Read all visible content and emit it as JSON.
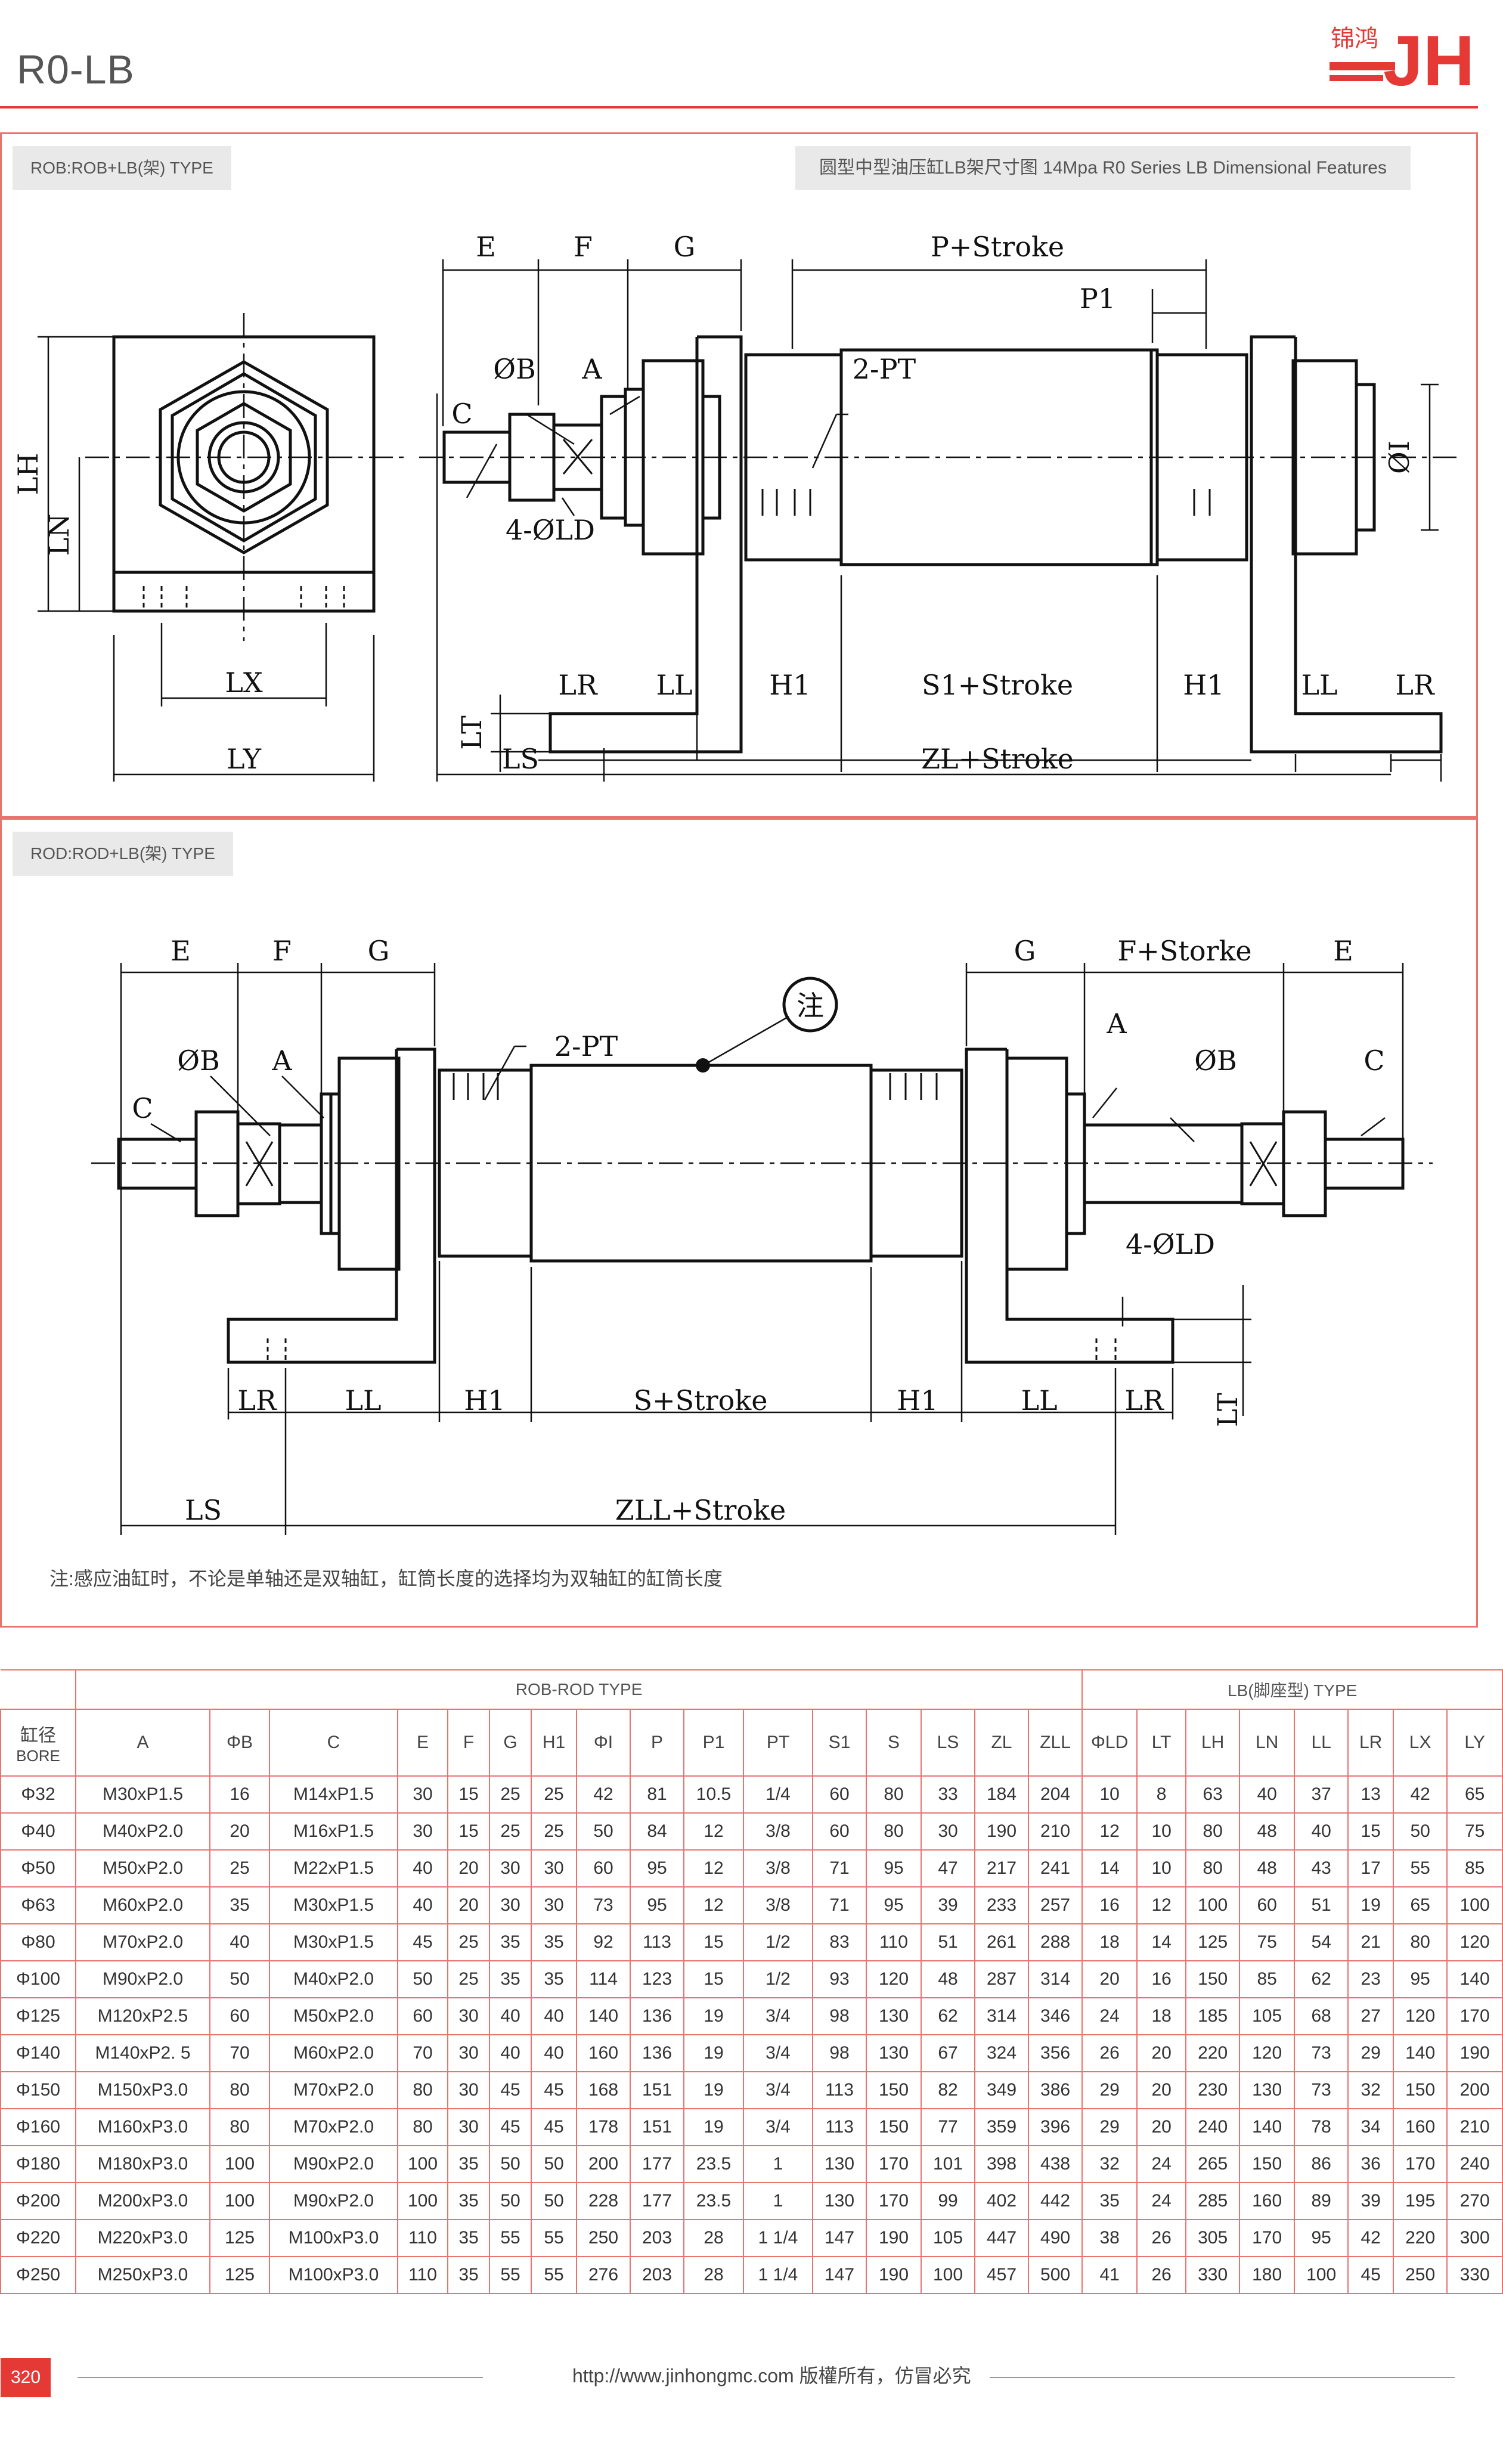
{
  "header": {
    "title": "R0-LB",
    "logo_small": "锦鸿",
    "logo_big": "JH"
  },
  "panel1": {
    "tag": "ROB:ROB+LB(架) TYPE",
    "feature": "圆型中型油压缸LB架尺寸图 14Mpa R0 Series LB Dimensional Features"
  },
  "panel2": {
    "tag": "ROD:ROD+LB(架) TYPE",
    "note": "注:感应油缸时，不论是单轴还是双轴缸，缸筒长度的选择均为双轴缸的缸筒长度"
  },
  "dims1": {
    "E": "E",
    "F": "F",
    "G": "G",
    "P": "P+Stroke",
    "P1": "P1",
    "B": "ØB",
    "A": "A",
    "C": "C",
    "PT": "2-PT",
    "I": "ØI",
    "LD": "4-ØLD",
    "LH": "LH",
    "LN": "LN",
    "LT": "LT",
    "LX": "LX",
    "LY": "LY",
    "LR": "LR",
    "LL": "LL",
    "H1": "H1",
    "S1": "S1+Stroke",
    "LS": "LS",
    "ZL": "ZL+Stroke"
  },
  "dims2": {
    "E": "E",
    "F": "F",
    "G": "G",
    "G2": "G",
    "F2": "F+Storke",
    "E2": "E",
    "B": "ØB",
    "A": "A",
    "C": "C",
    "PT": "2-PT",
    "note": "注",
    "LD": "4-ØLD",
    "LT": "LT",
    "LR": "LR",
    "LL": "LL",
    "H1": "H1",
    "S": "S+Stroke",
    "LS": "LS",
    "ZLL": "ZLL+Stroke"
  },
  "table": {
    "group_left": "ROB-ROD TYPE",
    "group_right": "LB(脚座型) TYPE",
    "bore_label": "缸径",
    "bore_sub": "BORE",
    "headers": [
      "A",
      "ΦB",
      "C",
      "E",
      "F",
      "G",
      "H1",
      "ΦI",
      "P",
      "P1",
      "PT",
      "S1",
      "S",
      "LS",
      "ZL",
      "ZLL",
      "ΦLD",
      "LT",
      "LH",
      "LN",
      "LL",
      "LR",
      "LX",
      "LY"
    ],
    "rows": [
      [
        "Φ32",
        "M30xP1.5",
        "16",
        "M14xP1.5",
        "30",
        "15",
        "25",
        "25",
        "42",
        "81",
        "10.5",
        "1/4",
        "60",
        "80",
        "33",
        "184",
        "204",
        "10",
        "8",
        "63",
        "40",
        "37",
        "13",
        "42",
        "65"
      ],
      [
        "Φ40",
        "M40xP2.0",
        "20",
        "M16xP1.5",
        "30",
        "15",
        "25",
        "25",
        "50",
        "84",
        "12",
        "3/8",
        "60",
        "80",
        "30",
        "190",
        "210",
        "12",
        "10",
        "80",
        "48",
        "40",
        "15",
        "50",
        "75"
      ],
      [
        "Φ50",
        "M50xP2.0",
        "25",
        "M22xP1.5",
        "40",
        "20",
        "30",
        "30",
        "60",
        "95",
        "12",
        "3/8",
        "71",
        "95",
        "47",
        "217",
        "241",
        "14",
        "10",
        "80",
        "48",
        "43",
        "17",
        "55",
        "85"
      ],
      [
        "Φ63",
        "M60xP2.0",
        "35",
        "M30xP1.5",
        "40",
        "20",
        "30",
        "30",
        "73",
        "95",
        "12",
        "3/8",
        "71",
        "95",
        "39",
        "233",
        "257",
        "16",
        "12",
        "100",
        "60",
        "51",
        "19",
        "65",
        "100"
      ],
      [
        "Φ80",
        "M70xP2.0",
        "40",
        "M30xP1.5",
        "45",
        "25",
        "35",
        "35",
        "92",
        "113",
        "15",
        "1/2",
        "83",
        "110",
        "51",
        "261",
        "288",
        "18",
        "14",
        "125",
        "75",
        "54",
        "21",
        "80",
        "120"
      ],
      [
        "Φ100",
        "M90xP2.0",
        "50",
        "M40xP2.0",
        "50",
        "25",
        "35",
        "35",
        "114",
        "123",
        "15",
        "1/2",
        "93",
        "120",
        "48",
        "287",
        "314",
        "20",
        "16",
        "150",
        "85",
        "62",
        "23",
        "95",
        "140"
      ],
      [
        "Φ125",
        "M120xP2.5",
        "60",
        "M50xP2.0",
        "60",
        "30",
        "40",
        "40",
        "140",
        "136",
        "19",
        "3/4",
        "98",
        "130",
        "62",
        "314",
        "346",
        "24",
        "18",
        "185",
        "105",
        "68",
        "27",
        "120",
        "170"
      ],
      [
        "Φ140",
        "M140xP2. 5",
        "70",
        "M60xP2.0",
        "70",
        "30",
        "40",
        "40",
        "160",
        "136",
        "19",
        "3/4",
        "98",
        "130",
        "67",
        "324",
        "356",
        "26",
        "20",
        "220",
        "120",
        "73",
        "29",
        "140",
        "190"
      ],
      [
        "Φ150",
        "M150xP3.0",
        "80",
        "M70xP2.0",
        "80",
        "30",
        "45",
        "45",
        "168",
        "151",
        "19",
        "3/4",
        "113",
        "150",
        "82",
        "349",
        "386",
        "29",
        "20",
        "230",
        "130",
        "73",
        "32",
        "150",
        "200"
      ],
      [
        "Φ160",
        "M160xP3.0",
        "80",
        "M70xP2.0",
        "80",
        "30",
        "45",
        "45",
        "178",
        "151",
        "19",
        "3/4",
        "113",
        "150",
        "77",
        "359",
        "396",
        "29",
        "20",
        "240",
        "140",
        "78",
        "34",
        "160",
        "210"
      ],
      [
        "Φ180",
        "M180xP3.0",
        "100",
        "M90xP2.0",
        "100",
        "35",
        "50",
        "50",
        "200",
        "177",
        "23.5",
        "1",
        "130",
        "170",
        "101",
        "398",
        "438",
        "32",
        "24",
        "265",
        "150",
        "86",
        "36",
        "170",
        "240"
      ],
      [
        "Φ200",
        "M200xP3.0",
        "100",
        "M90xP2.0",
        "100",
        "35",
        "50",
        "50",
        "228",
        "177",
        "23.5",
        "1",
        "130",
        "170",
        "99",
        "402",
        "442",
        "35",
        "24",
        "285",
        "160",
        "89",
        "39",
        "195",
        "270"
      ],
      [
        "Φ220",
        "M220xP3.0",
        "125",
        "M100xP3.0",
        "110",
        "35",
        "55",
        "55",
        "250",
        "203",
        "28",
        "1 1/4",
        "147",
        "190",
        "105",
        "447",
        "490",
        "38",
        "26",
        "305",
        "170",
        "95",
        "42",
        "220",
        "300"
      ],
      [
        "Φ250",
        "M250xP3.0",
        "125",
        "M100xP3.0",
        "110",
        "35",
        "55",
        "55",
        "276",
        "203",
        "28",
        "1 1/4",
        "147",
        "190",
        "100",
        "457",
        "500",
        "41",
        "26",
        "330",
        "180",
        "100",
        "45",
        "250",
        "330"
      ]
    ]
  },
  "footer": {
    "page": "320",
    "text": "http://www.jinhongmc.com 版權所有，仿冒必究"
  },
  "colors": {
    "accent": "#e53935",
    "grid": "#e8736f"
  }
}
